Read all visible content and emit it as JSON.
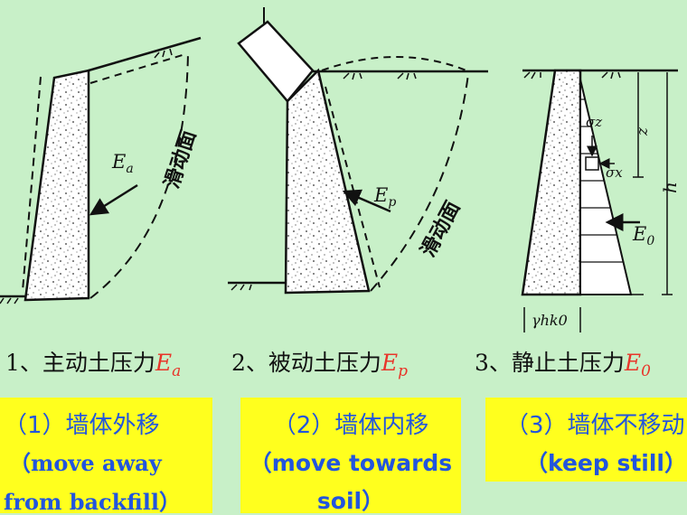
{
  "panels": [
    {
      "force_label": "E",
      "force_sub": "a",
      "slip_label": "滑动面",
      "caption_prefix": "1、主动土压力",
      "caption_symbol": "E",
      "caption_sub": "a",
      "note_cn": "（1）墙体外移",
      "note_en_line1": "（move away",
      "note_en_line2": "from backfill）"
    },
    {
      "force_label": "E",
      "force_sub": "p",
      "slip_label": "滑动面",
      "caption_prefix": "2、被动土压力",
      "caption_symbol": "E",
      "caption_sub": "p",
      "note_cn": "（2）墙体内移",
      "note_en_line1": "（move towards",
      "note_en_line2": "soil）"
    },
    {
      "force_label": "E",
      "force_sub": "0",
      "sigma_z": "σz",
      "sigma_x": "σx",
      "depth_label": "z",
      "height_label": "h",
      "base_label": "γhk0",
      "caption_prefix": "3、静止土压力",
      "caption_symbol": "E",
      "caption_sub": "0",
      "note_cn": "（3）墙体不移动",
      "note_en_line1": "（keep still）"
    }
  ],
  "colors": {
    "background": "#c8f0c8",
    "note_bg": "#ffff1e",
    "note_text": "#2255dd",
    "symbol": "#e8352a"
  }
}
